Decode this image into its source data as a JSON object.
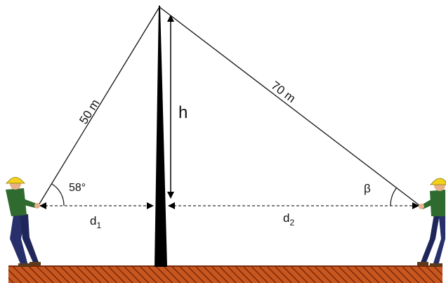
{
  "labels": {
    "left_rope_length": "50 m",
    "right_rope_length": "70 m",
    "height": "h",
    "left_angle": "58°",
    "right_angle": "β",
    "left_distance_main": "d",
    "left_distance_sub": "1",
    "right_distance_main": "d",
    "right_distance_sub": "2"
  },
  "colors": {
    "ground_fill": "#c8561f",
    "ground_stripe": "#7a2a0c",
    "pole": "#000000",
    "helmet": "#f2d21a",
    "shirt": "#2f6b2f",
    "trousers": "#27306b",
    "skin": "#e8b089"
  }
}
